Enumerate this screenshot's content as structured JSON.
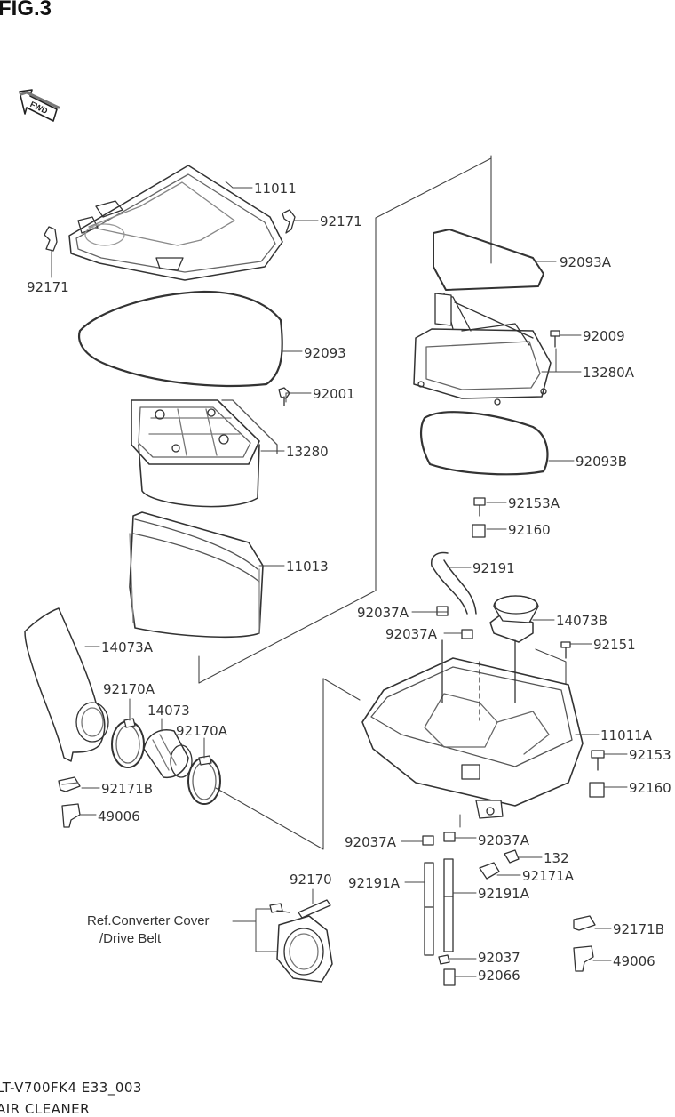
{
  "figure_title": "FIG.3",
  "fwd_label": "FWD",
  "footer": {
    "line1": "LT-V700FK4 E33_003",
    "line2": "AIR CLEANER"
  },
  "ref_note": {
    "line1": "Ref.Converter Cover",
    "line2": "/Drive Belt"
  },
  "part_labels": [
    {
      "id": "p11011",
      "text": "11011"
    },
    {
      "id": "p92171_r",
      "text": "92171"
    },
    {
      "id": "p92171_l",
      "text": "92171"
    },
    {
      "id": "p92093",
      "text": "92093"
    },
    {
      "id": "p92001",
      "text": "92001"
    },
    {
      "id": "p13280",
      "text": "13280"
    },
    {
      "id": "p11013",
      "text": "11013"
    },
    {
      "id": "p14073A",
      "text": "14073A"
    },
    {
      "id": "p92170A_1",
      "text": "92170A"
    },
    {
      "id": "p14073",
      "text": "14073"
    },
    {
      "id": "p92170A_2",
      "text": "92170A"
    },
    {
      "id": "p92171B_l",
      "text": "92171B"
    },
    {
      "id": "p49006_l",
      "text": "49006"
    },
    {
      "id": "p92093A",
      "text": "92093A"
    },
    {
      "id": "p92009",
      "text": "92009"
    },
    {
      "id": "p13280A",
      "text": "13280A"
    },
    {
      "id": "p92093B",
      "text": "92093B"
    },
    {
      "id": "p92153A",
      "text": "92153A"
    },
    {
      "id": "p92160_t",
      "text": "92160"
    },
    {
      "id": "p92191",
      "text": "92191"
    },
    {
      "id": "p92037A_1",
      "text": "92037A"
    },
    {
      "id": "p14073B",
      "text": "14073B"
    },
    {
      "id": "p92037A_2",
      "text": "92037A"
    },
    {
      "id": "p92151",
      "text": "92151"
    },
    {
      "id": "p11011A",
      "text": "11011A"
    },
    {
      "id": "p92153",
      "text": "92153"
    },
    {
      "id": "p92160_b",
      "text": "92160"
    },
    {
      "id": "p92037A_3",
      "text": "92037A"
    },
    {
      "id": "p92037A_4",
      "text": "92037A"
    },
    {
      "id": "p132",
      "text": "132"
    },
    {
      "id": "p92171A",
      "text": "92171A"
    },
    {
      "id": "p92191A_1",
      "text": "92191A"
    },
    {
      "id": "p92191A_2",
      "text": "92191A"
    },
    {
      "id": "p92170",
      "text": "92170"
    },
    {
      "id": "p92171B_r",
      "text": "92171B"
    },
    {
      "id": "p92037",
      "text": "92037"
    },
    {
      "id": "p49006_r",
      "text": "49006"
    },
    {
      "id": "p92066",
      "text": "92066"
    }
  ]
}
